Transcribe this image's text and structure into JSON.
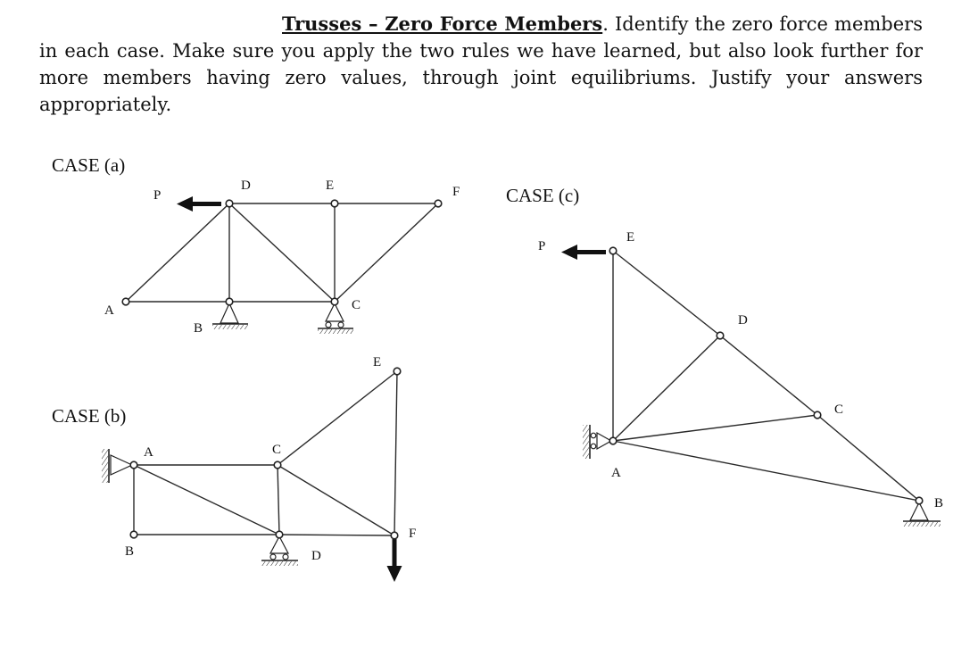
{
  "prompt": {
    "title": "Trusses – Zero Force Members",
    "body": ". Identify the zero force members in each case. Make sure you apply the two rules we have learned, but also look further for more members having zero values, through joint equilibriums. Justify your answers appropriately."
  },
  "case_a": {
    "label": "CASE (a)",
    "nodes": {
      "A": "A",
      "B": "B",
      "C": "C",
      "D": "D",
      "E": "E",
      "F": "F"
    },
    "load": "P"
  },
  "case_b": {
    "label": "CASE (b)",
    "nodes": {
      "A": "A",
      "B": "B",
      "C": "C",
      "D": "D",
      "E": "E",
      "F": "F"
    }
  },
  "case_c": {
    "label": "CASE (c)",
    "nodes": {
      "A": "A",
      "B": "B",
      "C": "C",
      "D": "D",
      "E": "E"
    },
    "load": "P"
  }
}
